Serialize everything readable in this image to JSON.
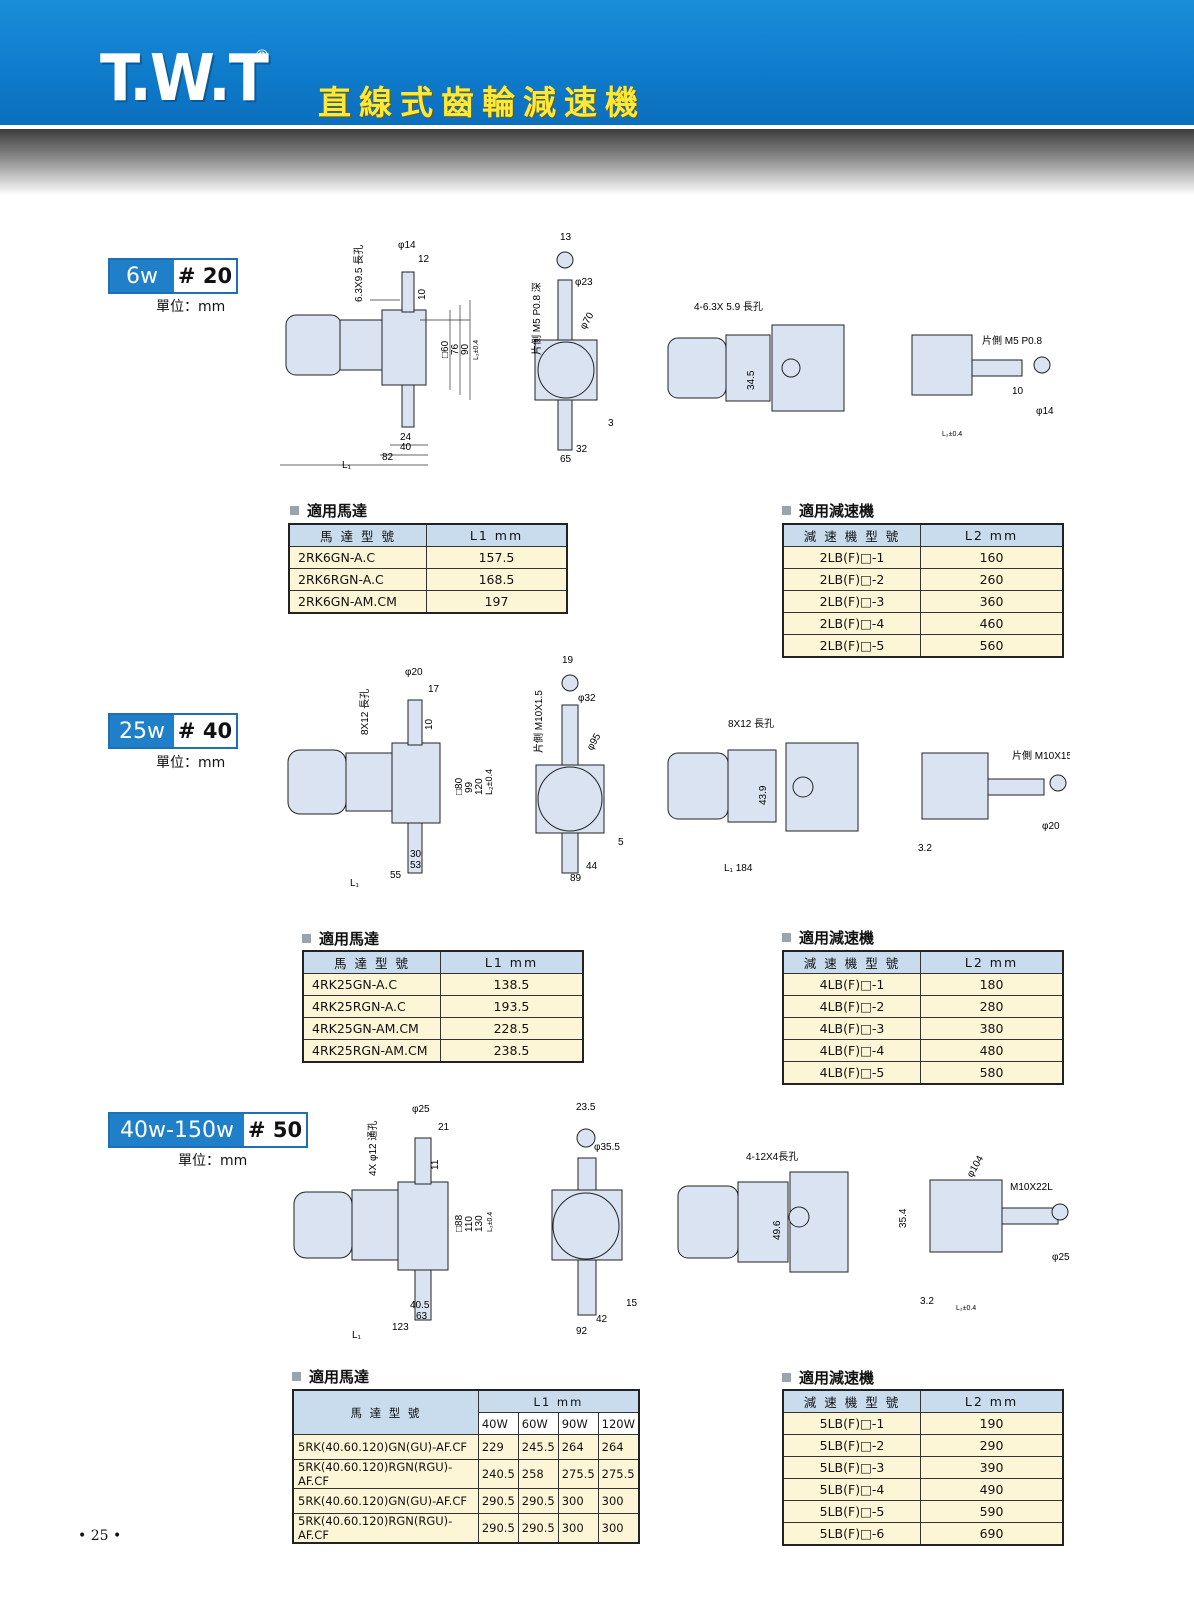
{
  "header": {
    "brand": "T.W.T",
    "reg": "®",
    "title": "直線式齒輪減速機"
  },
  "unit_label": "單位：mm",
  "section_motor": "適用馬達",
  "section_gear": "適用減速機",
  "page_number": "• 25 •",
  "s1": {
    "badge_w": "6w",
    "badge_n": "# 20",
    "motor_head": [
      "馬 達 型 號",
      "L1 mm"
    ],
    "motors": [
      [
        "2RK6GN-A.C",
        "157.5"
      ],
      [
        "2RK6RGN-A.C",
        "168.5"
      ],
      [
        "2RK6GN-AM.CM",
        "197"
      ]
    ],
    "gear_head": [
      "減 速 機 型 號",
      "L2 mm"
    ],
    "gears": [
      [
        "2LB(F)□-1",
        "160"
      ],
      [
        "2LB(F)□-2",
        "260"
      ],
      [
        "2LB(F)□-3",
        "360"
      ],
      [
        "2LB(F)□-4",
        "460"
      ],
      [
        "2LB(F)□-5",
        "560"
      ]
    ],
    "dims": {
      "a": "φ14",
      "b": "12",
      "c": "6.3X9.5 長孔",
      "d": "10",
      "e": "□60",
      "f": "76",
      "g": "90",
      "h": "L₂±0.4",
      "i": "24",
      "j": "40",
      "k": "82",
      "l": "L₁",
      "m": "13",
      "n": "φ23",
      "o": "片側 M5 P0.8 深",
      "p": "φ70",
      "q": "3",
      "r": "32",
      "s": "65",
      "t": "4-6.3X 5.9 長孔",
      "u": "34.5",
      "v": "片側 M5 P0.8",
      "w": "10",
      "x": "φ14",
      "y": "L₂±0.4"
    }
  },
  "s2": {
    "badge_w": "25w",
    "badge_n": "# 40",
    "motor_head": [
      "馬 達 型 號",
      "L1 mm"
    ],
    "motors": [
      [
        "4RK25GN-A.C",
        "138.5"
      ],
      [
        "4RK25RGN-A.C",
        "193.5"
      ],
      [
        "4RK25GN-AM.CM",
        "228.5"
      ],
      [
        "4RK25RGN-AM.CM",
        "238.5"
      ]
    ],
    "gear_head": [
      "減 速 機 型 號",
      "L2 mm"
    ],
    "gears": [
      [
        "4LB(F)□-1",
        "180"
      ],
      [
        "4LB(F)□-2",
        "280"
      ],
      [
        "4LB(F)□-3",
        "380"
      ],
      [
        "4LB(F)□-4",
        "480"
      ],
      [
        "4LB(F)□-5",
        "580"
      ]
    ],
    "dims": {
      "a": "φ20",
      "b": "17",
      "c": "8X12 長孔",
      "d": "10",
      "e": "□80",
      "f": "99",
      "g": "120",
      "h": "L₂±0.4",
      "i": "30",
      "j": "53",
      "k": "55",
      "l": "L₁",
      "m": "19",
      "n": "φ32",
      "o": "片側 M10X1.5",
      "p": "φ95",
      "q": "5",
      "r": "44",
      "s": "89",
      "t": "8X12 長孔",
      "u": "43.9",
      "v": "片側 M10X15",
      "w": "3.2",
      "x": "φ20",
      "y": "L₁ 184"
    }
  },
  "s3": {
    "badge_w": "40w-150w",
    "badge_n": "# 50",
    "motor_head": [
      "馬 達 型 號",
      "L1 mm"
    ],
    "motor_sub": [
      "40W",
      "60W",
      "90W",
      "120W"
    ],
    "motors": [
      [
        "5RK(40.60.120)GN(GU)-AF.CF",
        "229",
        "245.5",
        "264",
        "264"
      ],
      [
        "5RK(40.60.120)RGN(RGU)-AF.CF",
        "240.5",
        "258",
        "275.5",
        "275.5"
      ],
      [
        "5RK(40.60.120)GN(GU)-AF.CF",
        "290.5",
        "290.5",
        "300",
        "300"
      ],
      [
        "5RK(40.60.120)RGN(RGU)-AF.CF",
        "290.5",
        "290.5",
        "300",
        "300"
      ]
    ],
    "gear_head": [
      "減 速 機 型 號",
      "L2 mm"
    ],
    "gears": [
      [
        "5LB(F)□-1",
        "190"
      ],
      [
        "5LB(F)□-2",
        "290"
      ],
      [
        "5LB(F)□-3",
        "390"
      ],
      [
        "5LB(F)□-4",
        "490"
      ],
      [
        "5LB(F)□-5",
        "590"
      ],
      [
        "5LB(F)□-6",
        "690"
      ]
    ],
    "dims": {
      "a": "φ25",
      "b": "21",
      "c": "4X φ12 通孔",
      "d": "11",
      "e": "□88",
      "f": "110",
      "g": "130",
      "h": "L₂±0.4",
      "i": "40.5",
      "j": "63",
      "k": "123",
      "l": "L₁",
      "m": "23.5",
      "n": "φ35.5",
      "o": "4-12X4長孔",
      "p": "φ104",
      "q": "15",
      "r": "42",
      "s": "92",
      "t": "M10X22L",
      "u": "49.6",
      "v": "35.4",
      "w": "3.2",
      "x": "φ25",
      "y": "L₂±0.4"
    }
  }
}
